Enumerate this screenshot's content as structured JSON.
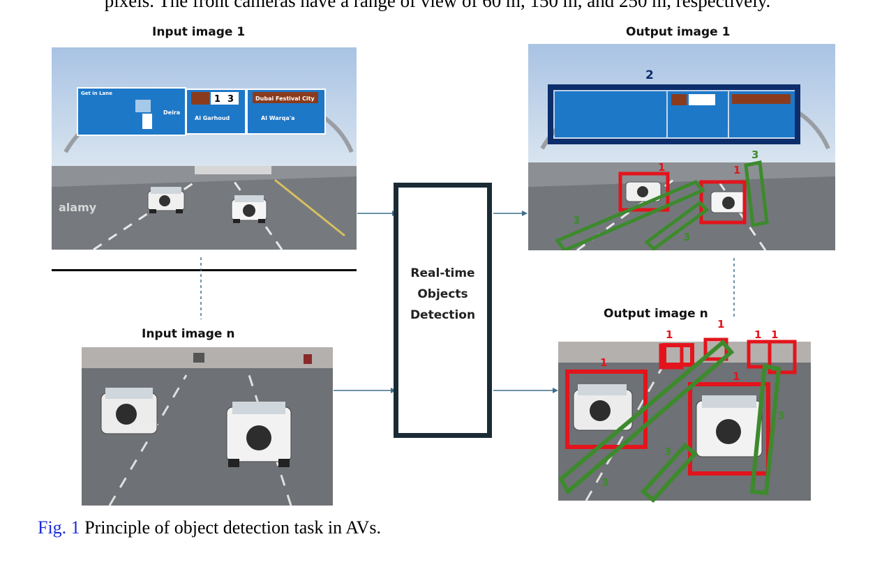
{
  "top_text": "pixels. The front cameras have a range of view of 60 m, 150 m, and 250 m, respectively.",
  "labels": {
    "input1": "Input image 1",
    "inputn": "Input image n",
    "output1": "Output image 1",
    "outputn": "Output image n"
  },
  "detector": {
    "line1": "Real-time",
    "line2": "Objects",
    "line3": "Detection"
  },
  "caption": {
    "fig": "Fig. 1",
    "text": " Principle of object detection task in AVs."
  },
  "sign_text": {
    "lane": "Get in Lane",
    "city": "Dubai Festival City",
    "num1": "1",
    "num3": "3",
    "garhoud": "Al Garhoud",
    "warqaa": "Al Warqa'a",
    "deira": "Deira",
    "watermark": "alamy"
  },
  "detection_classes": {
    "vehicle": "1",
    "sign": "2",
    "lane": "3"
  },
  "colors": {
    "vehicle_box": "#e3141c",
    "sign_box": "#0d2d6b",
    "lane_box": "#3d8a2d",
    "detector_border": "#1b2b35",
    "arrow": "#3d6f8a",
    "fig_link": "#1a2bd6"
  }
}
